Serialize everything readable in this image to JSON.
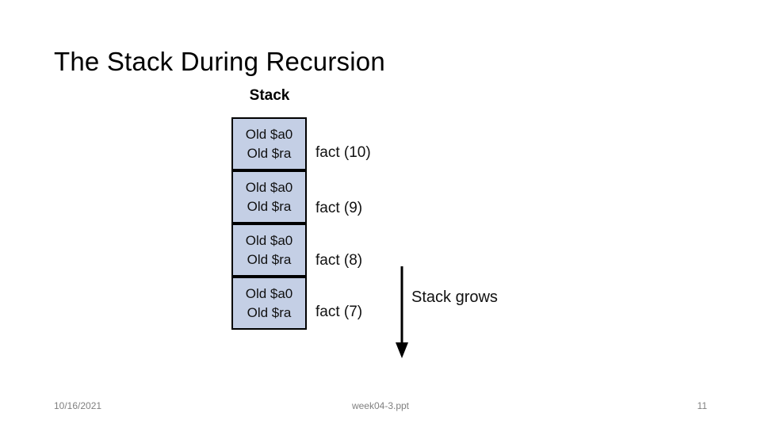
{
  "slide": {
    "title": "The Stack During Recursion",
    "page_number": "11"
  },
  "diagram": {
    "stack_caption": "Stack",
    "frame_line_1": "Old $a0",
    "frame_line_2": "Old $ra",
    "frames": [
      {
        "line1": "Old $a0",
        "line2": "Old $ra",
        "label": "fact (10)"
      },
      {
        "line1": "Old $a0",
        "line2": "Old $ra",
        "label": "fact (9)"
      },
      {
        "line1": "Old $a0",
        "line2": "Old $ra",
        "label": "fact (8)"
      },
      {
        "line1": "Old $a0",
        "line2": "Old $ra",
        "label": "fact (7)"
      }
    ],
    "grow_label": "Stack grows",
    "frame_fill_color": "#c4cfe5",
    "frame_border_color": "#000000",
    "arrow_color": "#000000"
  },
  "footer": {
    "date": "10/16/2021",
    "file": "week04-3.ppt",
    "page": "11",
    "text_color": "#808080"
  }
}
